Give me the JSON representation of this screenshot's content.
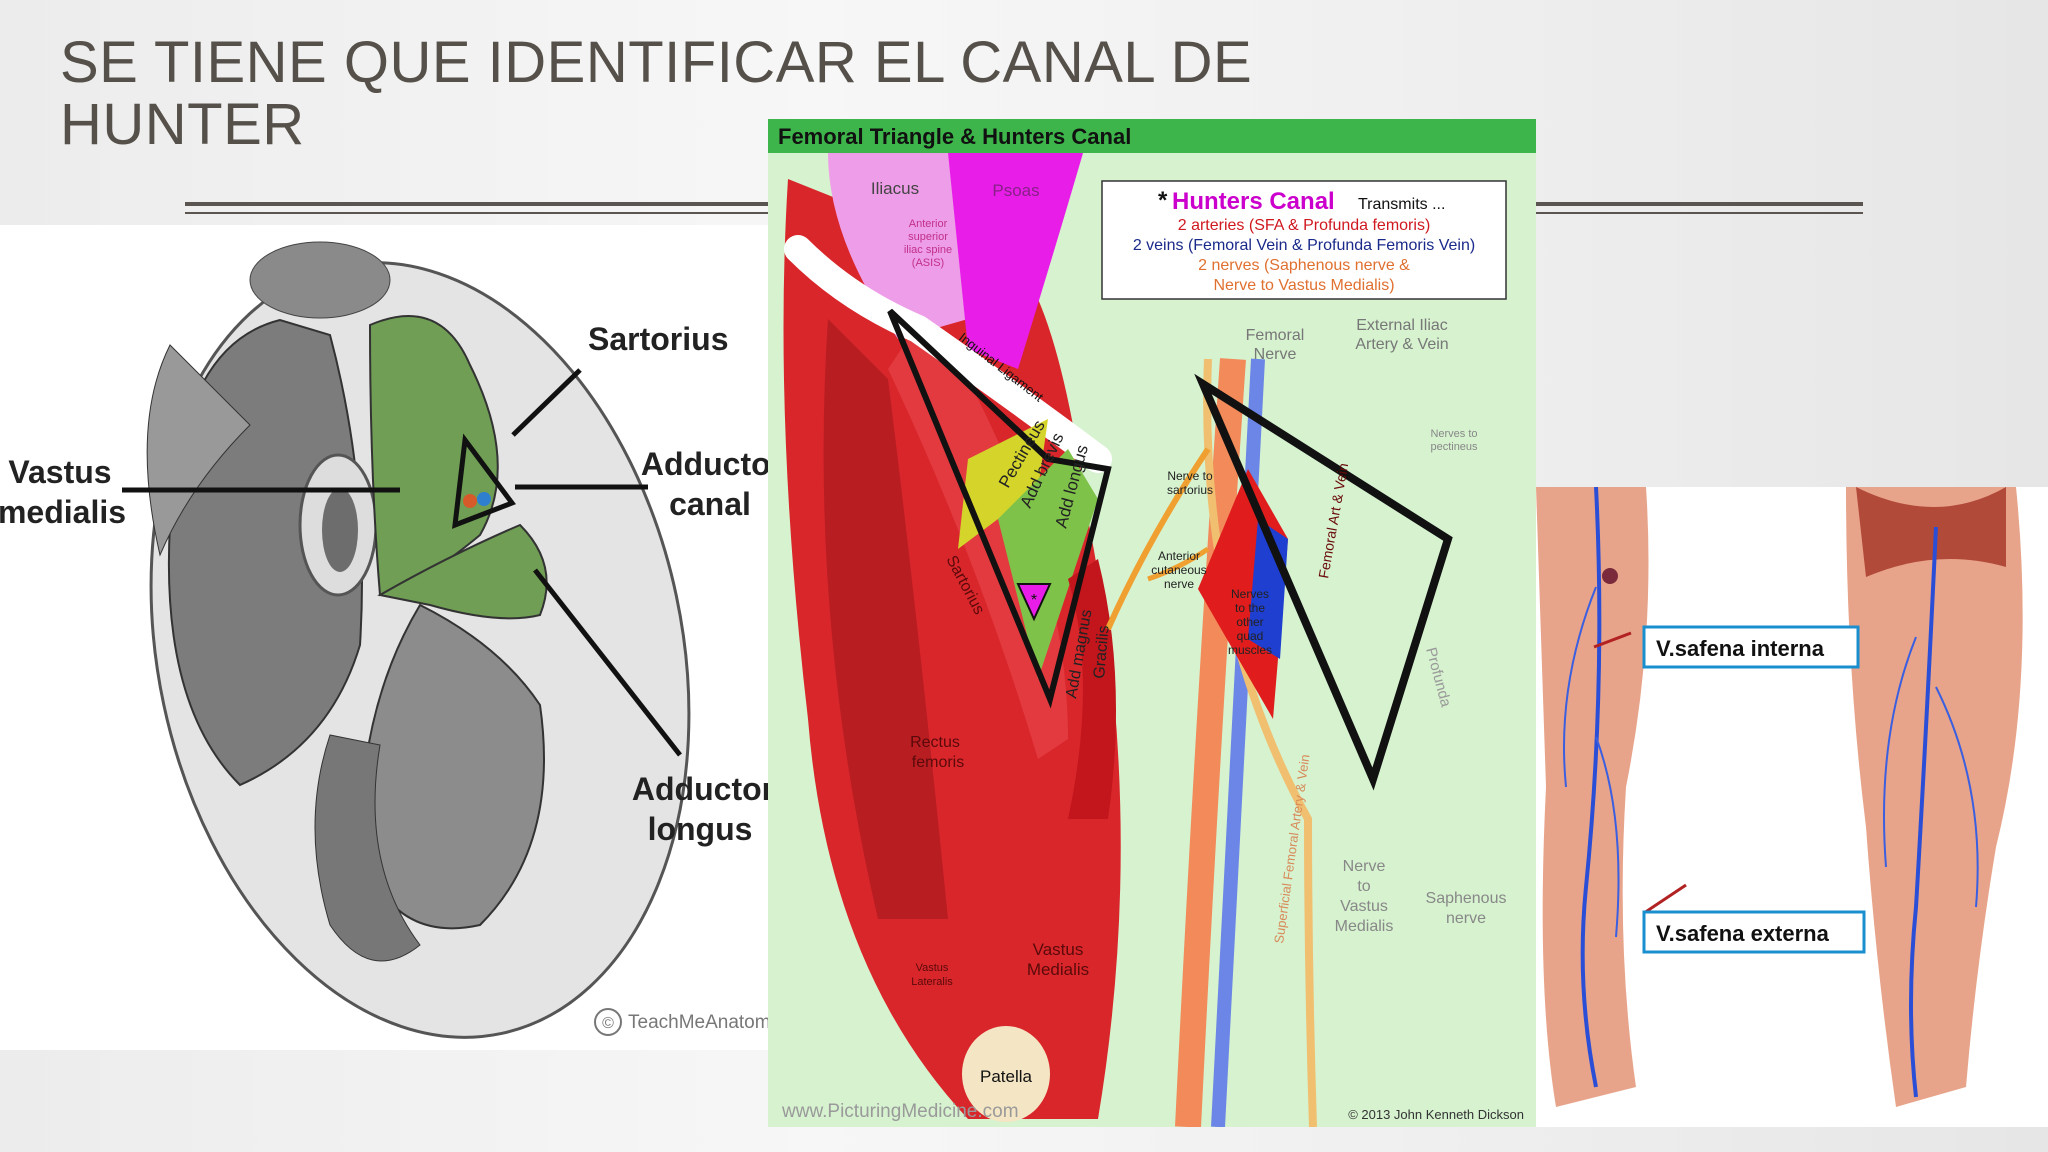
{
  "slide": {
    "title_line1": "SE TIENE QUE IDENTIFICAR EL CANAL DE",
    "title_line2": "HUNTER"
  },
  "cross_section": {
    "labels": {
      "sartorius": "Sartorius",
      "vastus_1": "Vastus",
      "vastus_2": "medialis",
      "adductor_canal_1": "Adductor",
      "adductor_canal_2": "canal",
      "adductor_longus_1": "Adductor",
      "adductor_longus_2": "longus"
    },
    "credit": "TeachMeAnatomy",
    "copyright": "©"
  },
  "femoral": {
    "header": "Femoral Triangle & Hunters Canal",
    "box_star": "*",
    "box_title": "Hunters Canal",
    "box_transmits": "Transmits ...",
    "box_line1": "2 arteries (SFA & Profunda femoris)",
    "box_line2": "2 veins (Femoral Vein & Profunda Femoris Vein)",
    "box_line3": "2 nerves (Saphenous nerve &",
    "box_line4": "Nerve to Vastus Medialis)",
    "iliacus": "Iliacus",
    "psoas": "Psoas",
    "asis_1": "Anterior",
    "asis_2": "superior",
    "asis_3": "iliac spine",
    "asis_4": "(ASIS)",
    "inguinal": "Inguinal Ligament",
    "pectineus": "Pectineus",
    "add_brevis": "Add brevis",
    "add_longus": "Add longus",
    "add_magnus": "Add magnus",
    "gracilis": "Gracilis",
    "sartorius": "Sartorius",
    "star": "*",
    "rectus_1": "Rectus",
    "rectus_2": "femoris",
    "vastus_lat_1": "Vastus",
    "vastus_lat_2": "Lateralis",
    "vastus_med_1": "Vastus",
    "vastus_med_2": "Medialis",
    "patella": "Patella",
    "femoral_nerve_1": "Femoral",
    "femoral_nerve_2": "Nerve",
    "ext_iliac_1": "External Iliac",
    "ext_iliac_2": "Artery & Vein",
    "nerves_pect_1": "Nerves to",
    "nerves_pect_2": "pectineus",
    "nerve_sart_1": "Nerve to",
    "nerve_sart_2": "sartorius",
    "ant_cut_1": "Anterior",
    "ant_cut_2": "cutaneous",
    "ant_cut_3": "nerve",
    "nerves_quad_1": "Nerves",
    "nerves_quad_2": "to the",
    "nerves_quad_3": "other",
    "nerves_quad_4": "quad",
    "nerves_quad_5": "muscles",
    "fem_art_vein": "Femoral Art & Vein",
    "profunda": "Profunda",
    "sfa": "Superficial Femoral Artery & Vein",
    "ntvm_1": "Nerve",
    "ntvm_2": "to",
    "ntvm_3": "Vastus",
    "ntvm_4": "Medialis",
    "saph_1": "Saphenous",
    "saph_2": "nerve",
    "website": "www.PicturingMedicine.com",
    "copyright": "© 2013 John Kenneth Dickson"
  },
  "veins": {
    "label_internal": "V.safena interna",
    "label_external": "V.safena externa"
  },
  "colors": {
    "header_green": "#3db54a",
    "muscle_red": "#d9262b",
    "psoas_magenta": "#e81ee8",
    "box_magenta": "#cc00cc",
    "vein_blue": "#1f4fd1",
    "green_muscle": "#6f9e54"
  }
}
